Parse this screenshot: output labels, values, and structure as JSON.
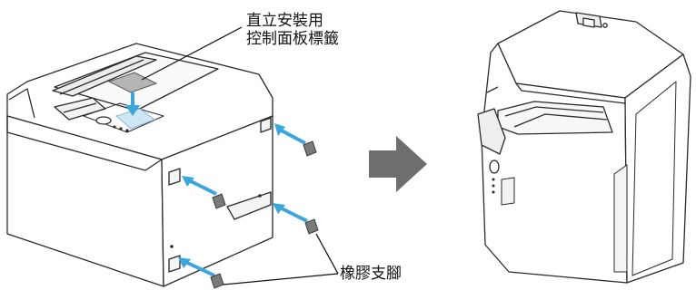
{
  "labels": {
    "control_panel_label_line1": "直立安裝用",
    "control_panel_label_line2": "控制面板標籤",
    "rubber_feet": "橡膠支腳"
  },
  "colors": {
    "arrow_blue": "#3aa6de",
    "transition_arrow": "#6e6e6e",
    "outline": "#2b2b2b",
    "rubber_foot": "#7a7a7a",
    "label_sheet": "#b5b5b5",
    "panel_highlight": "#cfe6f5"
  },
  "icons": [
    "blue-arrow-icon",
    "transition-arrow-icon",
    "rubber-foot-icon",
    "printer-illustration"
  ]
}
